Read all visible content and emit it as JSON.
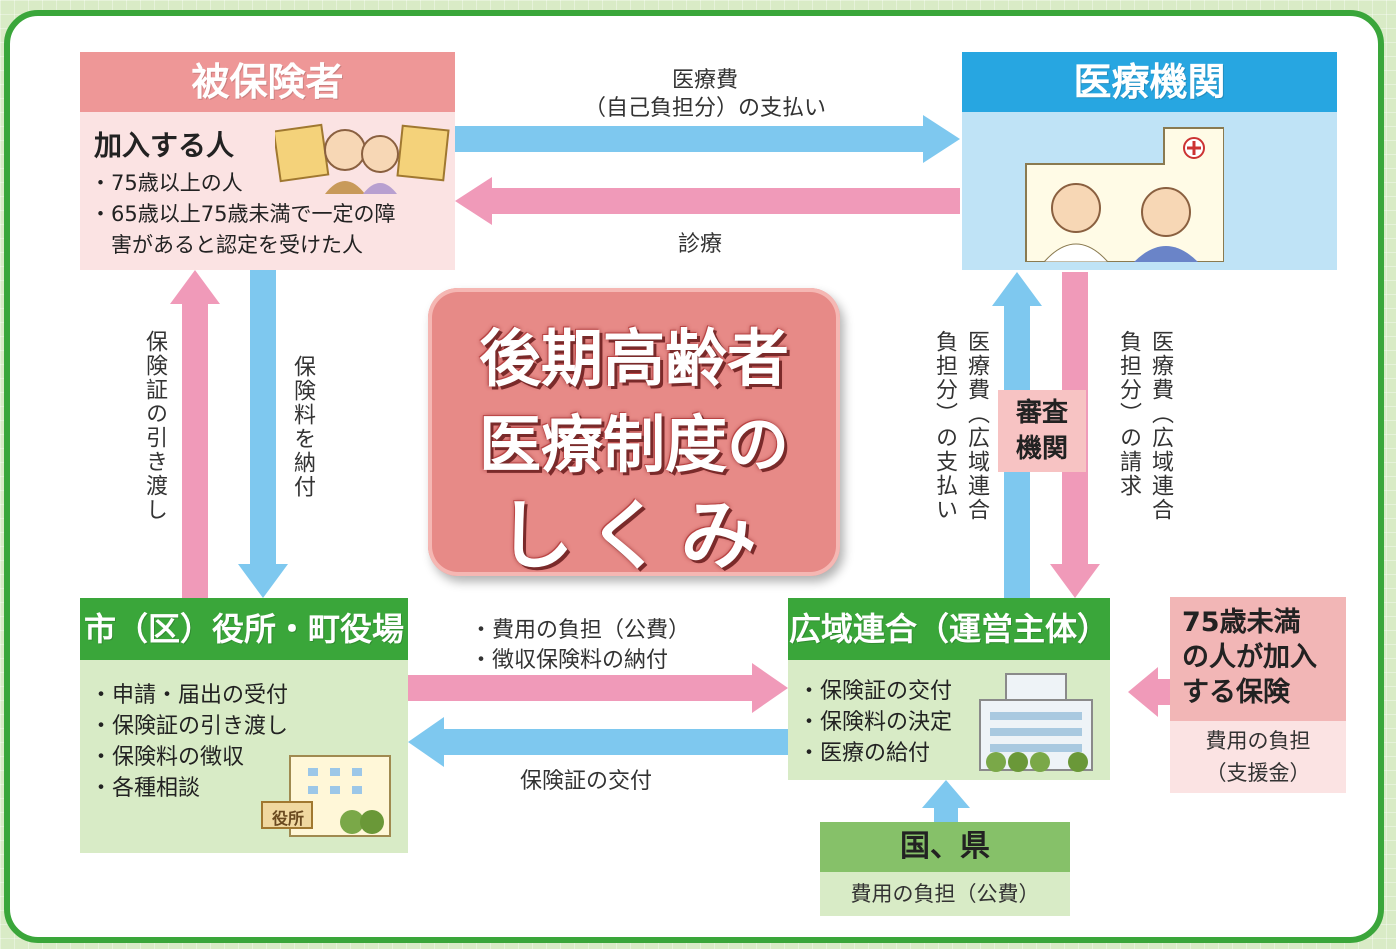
{
  "insured": {
    "title": "被保険者",
    "subtitle": "加入する人",
    "items": [
      "・75歳以上の人",
      "・65歳以上75歳未満で一定の障",
      "　害があると認定を受けた人"
    ]
  },
  "medical": {
    "title": "医療機関"
  },
  "city": {
    "title": "市（区）役所・町役場",
    "items": [
      "・申請・届出の受付",
      "・保険証の引き渡し",
      "・保険料の徴収",
      "・各種相談"
    ],
    "sign": "役所"
  },
  "union": {
    "title": "広域連合（運営主体）",
    "items": [
      "・保険証の交付",
      "・保険料の決定",
      "・医療の給付"
    ]
  },
  "under75": {
    "title_lines": [
      "75歳未満",
      "の人が加入",
      "する保険"
    ],
    "body_lines": [
      "費用の負担",
      "（支援金）"
    ]
  },
  "national": {
    "title": "国、県",
    "body": "費用の負担（公費）"
  },
  "review": {
    "lines": [
      "審査",
      "機関"
    ]
  },
  "center_title": {
    "lines": [
      "後期高齢者",
      "医療制度の",
      "しくみ"
    ]
  },
  "arrows": {
    "to_medical_line1": "医療費",
    "to_medical_line2": "（自己負担分）の支払い",
    "from_medical": "診療",
    "card_delivery_vertical": "保険証の引き渡し",
    "premium_payment_vertical": "保険料を納付",
    "medical_payment_vertical": "医療費（広域連合負担分）の支払い",
    "medical_claim_vertical": "医療費（広域連合負担分）の請求",
    "to_union_line1": "・費用の負担（公費）",
    "to_union_line2": "・徴収保険料の納付",
    "from_union": "保険証の交付"
  },
  "colors": {
    "pink_arrow": "#f09ab9",
    "blue_arrow": "#7ec8ef",
    "frame_green": "#3aa63a"
  }
}
